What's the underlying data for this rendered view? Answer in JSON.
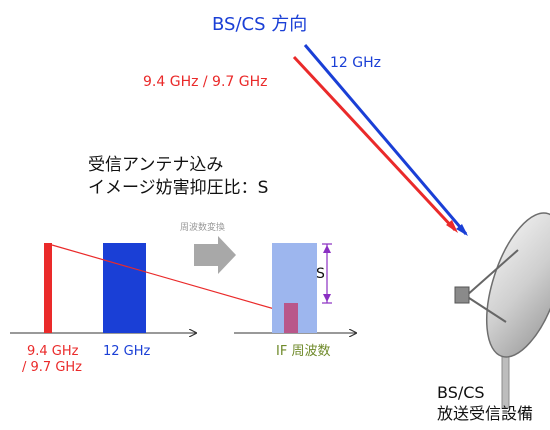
{
  "title": {
    "text": "BS/CS 方向",
    "color": "#1a3fd6"
  },
  "signal_12": {
    "text": "12 GHz",
    "color": "#1a3fd6"
  },
  "signal_image": {
    "text": "9.4 GHz / 9.7 GHz",
    "color": "#ea2a2a"
  },
  "heading": {
    "line1": "受信アンテナ込み",
    "line2": "イメージ妨害抑圧比：S"
  },
  "conversion_label": "周波数変換",
  "spectrum_left": {
    "label_red_line1": "9.4 GHz",
    "label_red_line2": "/ 9.7 GHz",
    "label_blue": "12 GHz",
    "red_color": "#ea2a2a",
    "blue_color": "#1a3fd6"
  },
  "spectrum_right": {
    "s_label": "S",
    "if_label": "IF 周波数",
    "if_color": "#6f8a2a",
    "band_color": "#9db6ee",
    "small_bar_color": "#b9578a",
    "arrow_color": "#8a2fc2"
  },
  "equipment": {
    "line1": "BS/CS",
    "line2": "放送受信設備"
  }
}
